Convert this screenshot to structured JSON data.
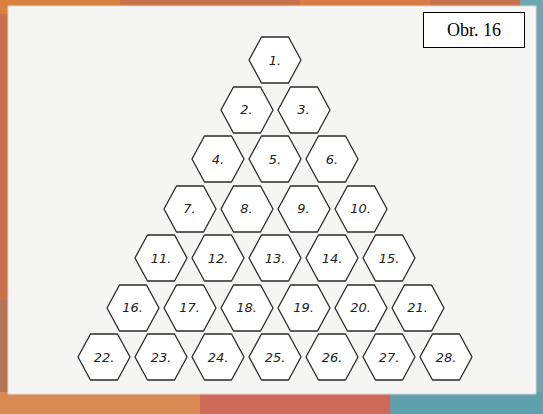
{
  "diagram": {
    "caption": "Obr. 16",
    "nodes": [
      {
        "text": [
          "1."
        ]
      },
      {
        "text": [
          "2."
        ]
      },
      {
        "text": [
          "3."
        ]
      },
      {
        "text": [
          "4."
        ]
      },
      {
        "text": [
          "5."
        ]
      },
      {
        "text": [
          "6."
        ]
      },
      {
        "text": [
          "7."
        ]
      },
      {
        "text": [
          "8."
        ]
      },
      {
        "text": [
          "9."
        ]
      },
      {
        "text": [
          "10."
        ]
      },
      {
        "text": [
          "11."
        ]
      },
      {
        "text": [
          "12."
        ]
      },
      {
        "text": [
          "13."
        ]
      },
      {
        "text": [
          "14."
        ]
      },
      {
        "text": [
          "15."
        ]
      },
      {
        "text": [
          "16."
        ]
      },
      {
        "text": [
          "17."
        ]
      },
      {
        "text": [
          "18."
        ]
      },
      {
        "text": [
          "19."
        ]
      },
      {
        "text": [
          "20."
        ]
      },
      {
        "text": [
          "21."
        ]
      },
      {
        "text": [
          "22."
        ]
      },
      {
        "text": [
          "23."
        ]
      },
      {
        "text": [
          "24."
        ]
      },
      {
        "text": [
          "25."
        ]
      },
      {
        "text": [
          "26."
        ]
      },
      {
        "text": [
          "27."
        ]
      },
      {
        "text": [
          "28."
        ]
      }
    ]
  }
}
